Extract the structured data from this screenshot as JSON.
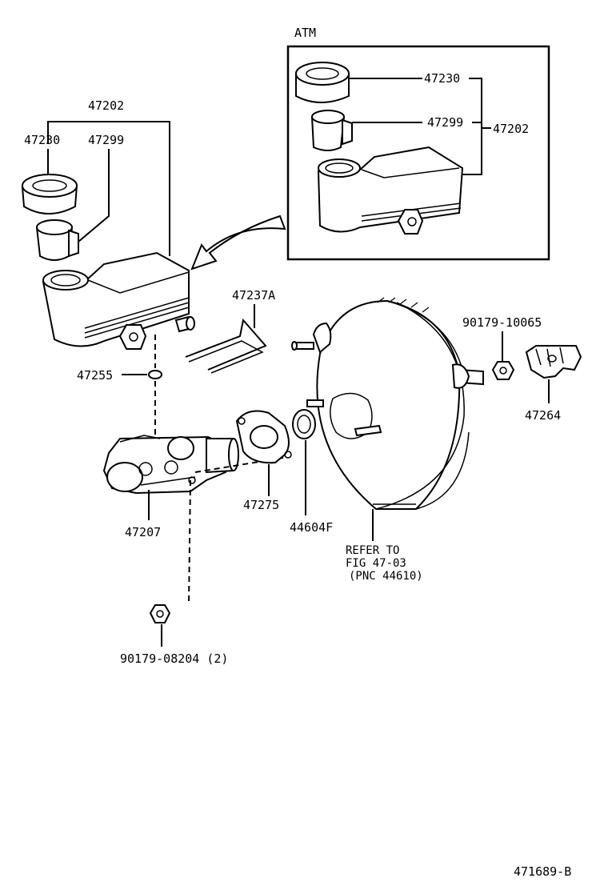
{
  "inset": {
    "title": "ATM"
  },
  "labels": {
    "p47202_main": "47202",
    "p47230_main": "47230",
    "p47299_main": "47299",
    "p47230_inset": "47230",
    "p47299_inset": "47299",
    "p47202_inset": "47202",
    "p47237A": "47237A",
    "p47255": "47255",
    "p90179_10065": "90179-10065",
    "p47264": "47264",
    "p47275": "47275",
    "p44604F": "44604F",
    "p47207": "47207",
    "p90179_08204": "90179-08204 (2)",
    "refer_line1": "REFER TO",
    "refer_line2": "FIG 47-03",
    "refer_line3": "(PNC 44610)",
    "figure_id": "471689-B"
  }
}
